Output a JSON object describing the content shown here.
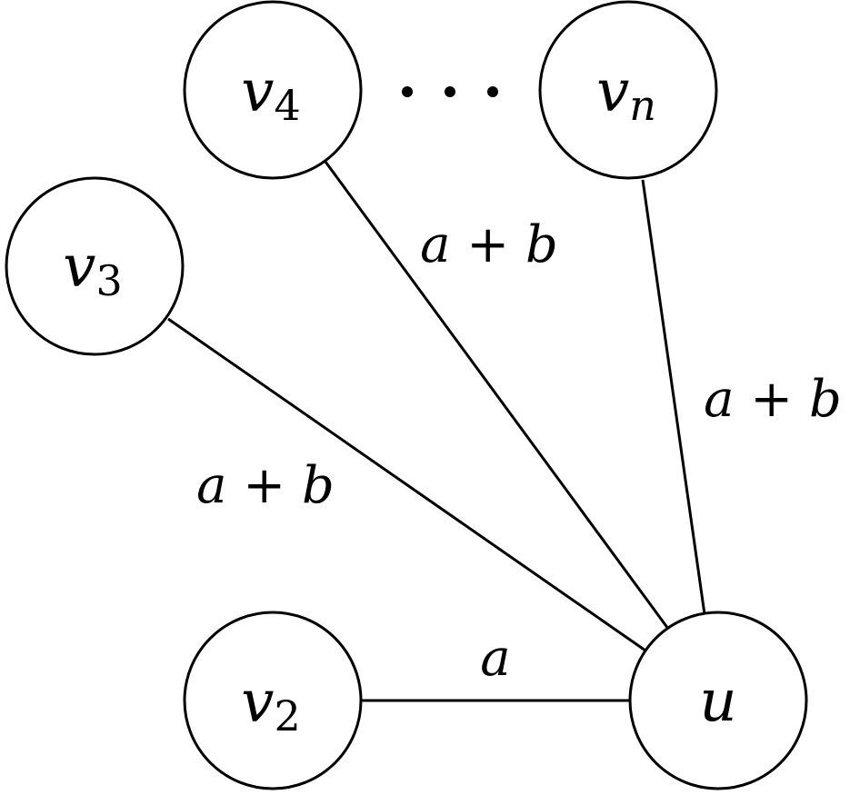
{
  "nodes": {
    "v4": {
      "main": "v",
      "sub": "4"
    },
    "vn": {
      "main": "v",
      "sub": "n"
    },
    "v3": {
      "main": "v",
      "sub": "3"
    },
    "v2": {
      "main": "v",
      "sub": "2"
    },
    "u": {
      "main": "u",
      "sub": ""
    }
  },
  "edges": {
    "v4_u": {
      "label": "a + b"
    },
    "vn_u": {
      "label": "a + b"
    },
    "v3_u": {
      "label": "a + b"
    },
    "v2_u": {
      "label": "a"
    }
  },
  "ellipsis": "…",
  "colors": {
    "stroke": "#000000",
    "fill": "#ffffff"
  }
}
